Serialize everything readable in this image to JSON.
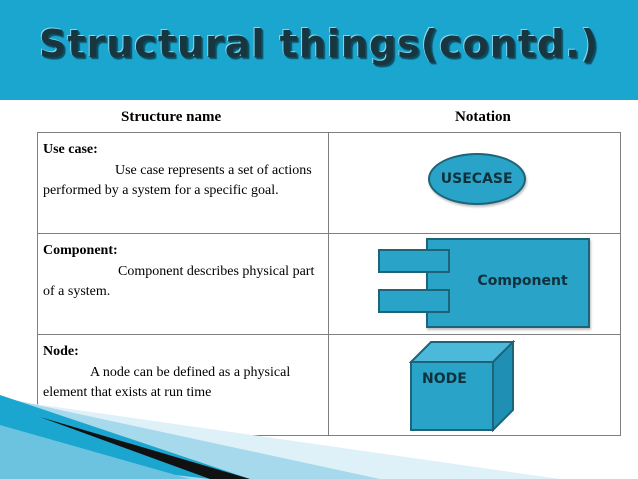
{
  "title": "Structural things(contd.)",
  "headers": {
    "name": "Structure name",
    "notation": "Notation"
  },
  "rows": [
    {
      "title": "Use case:",
      "body": "Use case represents a set of actions performed by a system for a specific goal.",
      "notation_label": "USECASE"
    },
    {
      "title": "Component:",
      "body": "Component describes physical part of a system.",
      "notation_label": "Component"
    },
    {
      "title": "Node:",
      "body": "A node can be defined as a physical element that exists at run time",
      "notation_label": "NODE"
    }
  ],
  "colors": {
    "title_bar": "#1aa6cf",
    "shape_fill": "#29a3c8",
    "shape_border": "#1e6479"
  },
  "icons": {
    "usecase": "ellipse-shape",
    "component": "component-shape",
    "node": "cube-shape"
  }
}
